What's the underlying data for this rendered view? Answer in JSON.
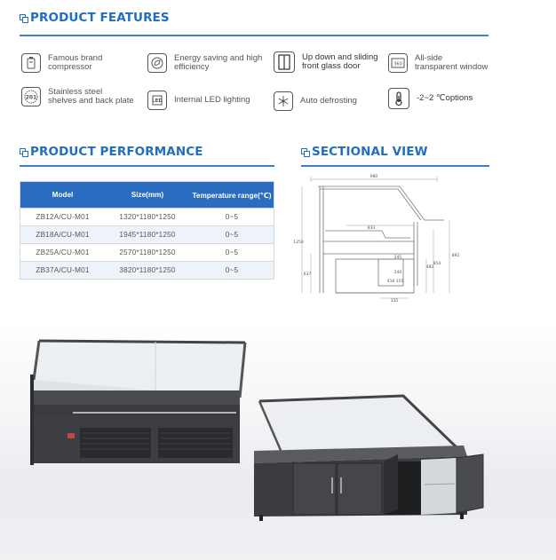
{
  "features_section": {
    "title": "PRODUCT FEATURES",
    "items": [
      {
        "icon": "compressor-icon",
        "text": "Famous brand\ncompressor"
      },
      {
        "icon": "energy-leaf-icon",
        "text": "Energy saving and high\nefficiency"
      },
      {
        "icon": "sliding-door-icon",
        "text": "Up down and sliding\nfront glass door"
      },
      {
        "icon": "transparent-window-icon",
        "text": "All-side\ntransparent window"
      },
      {
        "icon": "steel-shelf-icon",
        "text": "Stainless steel\nshelves and back plate",
        "badge": "201"
      },
      {
        "icon": "led-icon",
        "text": "Internal LED lighting",
        "badge": "LED"
      },
      {
        "icon": "snowflake-icon",
        "text": "Auto defrosting"
      },
      {
        "icon": "thermometer-icon",
        "text": "-2~2 ℃options"
      }
    ]
  },
  "performance_section": {
    "title": "PRODUCT PERFORMANCE",
    "headers": [
      "Model",
      "Size(mm)",
      "Temperature range(℃)"
    ],
    "rows": [
      [
        "ZB12A/CU-M01",
        "1320*1180*1250",
        "0~5"
      ],
      [
        "ZB18A/CU-M01",
        "1945*1180*1250",
        "0~5"
      ],
      [
        "ZB25A/CU-M01",
        "2570*1180*1250",
        "0~5"
      ],
      [
        "ZB37A/CU-M01",
        "3820*1180*1250",
        "0~5"
      ]
    ]
  },
  "sectional_section": {
    "title": "SECTIONAL VIEW",
    "dims": {
      "top": "980",
      "inner_left": "833",
      "left_height": "1250",
      "left_low": "637",
      "right_outer": "892",
      "right_mid": "854",
      "right_low": "482",
      "center_mid": "245",
      "bottom_inner_a": "418",
      "bottom_inner_b": "315",
      "bottom": "335",
      "inner_small": "240"
    }
  },
  "colors": {
    "accent": "#1f6ec1",
    "table_header": "#2a6cc0",
    "cabinet": "#3a3b3e"
  }
}
